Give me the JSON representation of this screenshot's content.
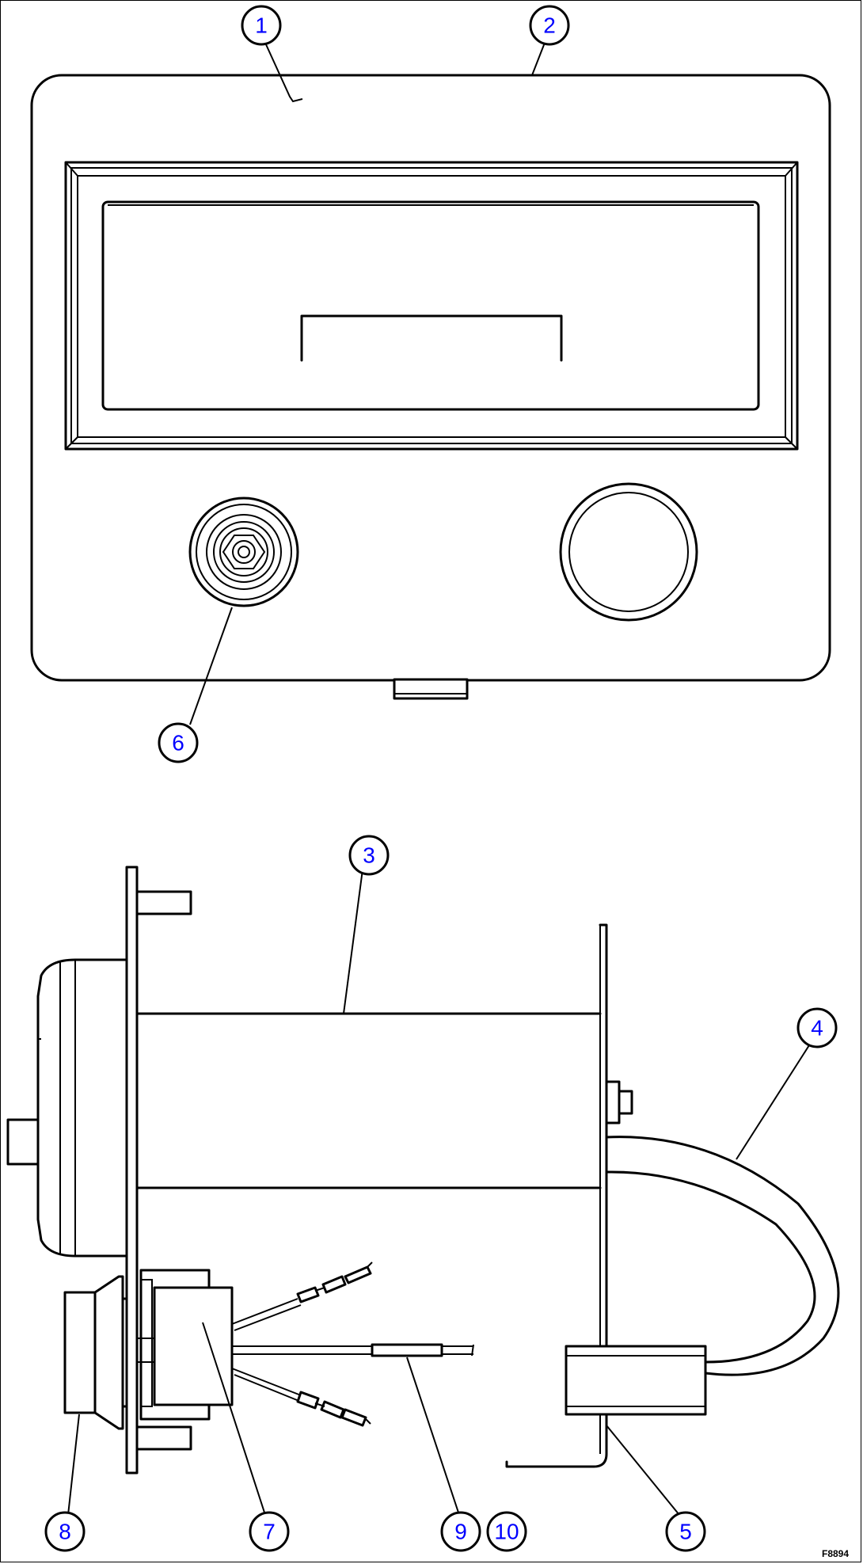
{
  "diagram": {
    "callouts": [
      {
        "id": "1",
        "label": "1"
      },
      {
        "id": "2",
        "label": "2"
      },
      {
        "id": "3",
        "label": "3"
      },
      {
        "id": "4",
        "label": "4"
      },
      {
        "id": "5",
        "label": "5"
      },
      {
        "id": "6",
        "label": "6"
      },
      {
        "id": "7",
        "label": "7"
      },
      {
        "id": "8",
        "label": "8"
      },
      {
        "id": "9",
        "label": "9"
      },
      {
        "id": "10",
        "label": "10"
      }
    ],
    "figure_code": "F8894",
    "callout_color": "#0000ff",
    "line_color": "#000000"
  }
}
